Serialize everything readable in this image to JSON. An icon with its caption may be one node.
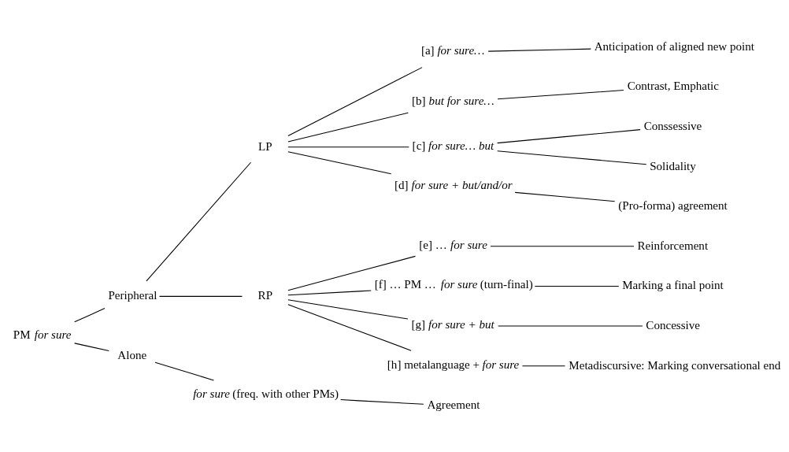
{
  "diagram": {
    "nodes": [
      {
        "text": [
          "PM *for sure*"
        ]
      },
      {
        "text": [
          "Peripheral"
        ]
      },
      {
        "text": [
          "Alone"
        ]
      },
      {
        "text": [
          "LP"
        ]
      },
      {
        "text": [
          "RP"
        ]
      },
      {
        "text": [
          "[a] *for sure…*"
        ]
      },
      {
        "text": [
          "[b] *but for sure…*"
        ]
      },
      {
        "text": [
          "[c] *for sure… but*"
        ]
      },
      {
        "text": [
          "[d] *for sure + but/and/or*"
        ]
      },
      {
        "text": [
          "[e] … *for sure*"
        ]
      },
      {
        "text": [
          "[f] … PM … *for sure* (turn-final)"
        ]
      },
      {
        "text": [
          "[g] *for sure + but*"
        ]
      },
      {
        "text": [
          "[h] metalanguage + *for sure*"
        ]
      },
      {
        "text": [
          "*for sure* (freq. with other PMs)"
        ]
      },
      {
        "text": [
          "Anticipation of aligned new point"
        ]
      },
      {
        "text": [
          "Contrast, Emphatic"
        ]
      },
      {
        "text": [
          "Conssessive"
        ]
      },
      {
        "text": [
          "Solidality"
        ]
      },
      {
        "text": [
          "(Pro-forma) agreement"
        ]
      },
      {
        "text": [
          "Reinforcement"
        ]
      },
      {
        "text": [
          "Marking a final point"
        ]
      },
      {
        "text": [
          "Concessive"
        ]
      },
      {
        "text": [
          "Metadiscursive: Marking conversational end"
        ]
      },
      {
        "text": [
          "Agreement"
        ]
      }
    ],
    "edges": [
      {
        "from": 0,
        "to": 1,
        "arrow": "none"
      },
      {
        "from": 0,
        "to": 2,
        "arrow": "none"
      },
      {
        "from": 1,
        "to": 3,
        "arrow": "none"
      },
      {
        "from": 1,
        "to": 4,
        "arrow": "none"
      },
      {
        "from": 3,
        "to": 5,
        "arrow": "none"
      },
      {
        "from": 3,
        "to": 6,
        "arrow": "none"
      },
      {
        "from": 3,
        "to": 7,
        "arrow": "none"
      },
      {
        "from": 3,
        "to": 8,
        "arrow": "none"
      },
      {
        "from": 4,
        "to": 9,
        "arrow": "none"
      },
      {
        "from": 4,
        "to": 10,
        "arrow": "none"
      },
      {
        "from": 4,
        "to": 11,
        "arrow": "none"
      },
      {
        "from": 4,
        "to": 12,
        "arrow": "none"
      },
      {
        "from": 2,
        "to": 13,
        "arrow": "none"
      },
      {
        "from": 5,
        "to": 14,
        "arrow": "none"
      },
      {
        "from": 6,
        "to": 15,
        "arrow": "none"
      },
      {
        "from": 7,
        "to": 16,
        "arrow": "none"
      },
      {
        "from": 7,
        "to": 17,
        "arrow": "none"
      },
      {
        "from": 8,
        "to": 18,
        "arrow": "none"
      },
      {
        "from": 9,
        "to": 19,
        "arrow": "none"
      },
      {
        "from": 10,
        "to": 20,
        "arrow": "none"
      },
      {
        "from": 11,
        "to": 21,
        "arrow": "none"
      },
      {
        "from": 12,
        "to": 22,
        "arrow": "none"
      },
      {
        "from": 13,
        "to": 23,
        "arrow": "none"
      }
    ]
  }
}
